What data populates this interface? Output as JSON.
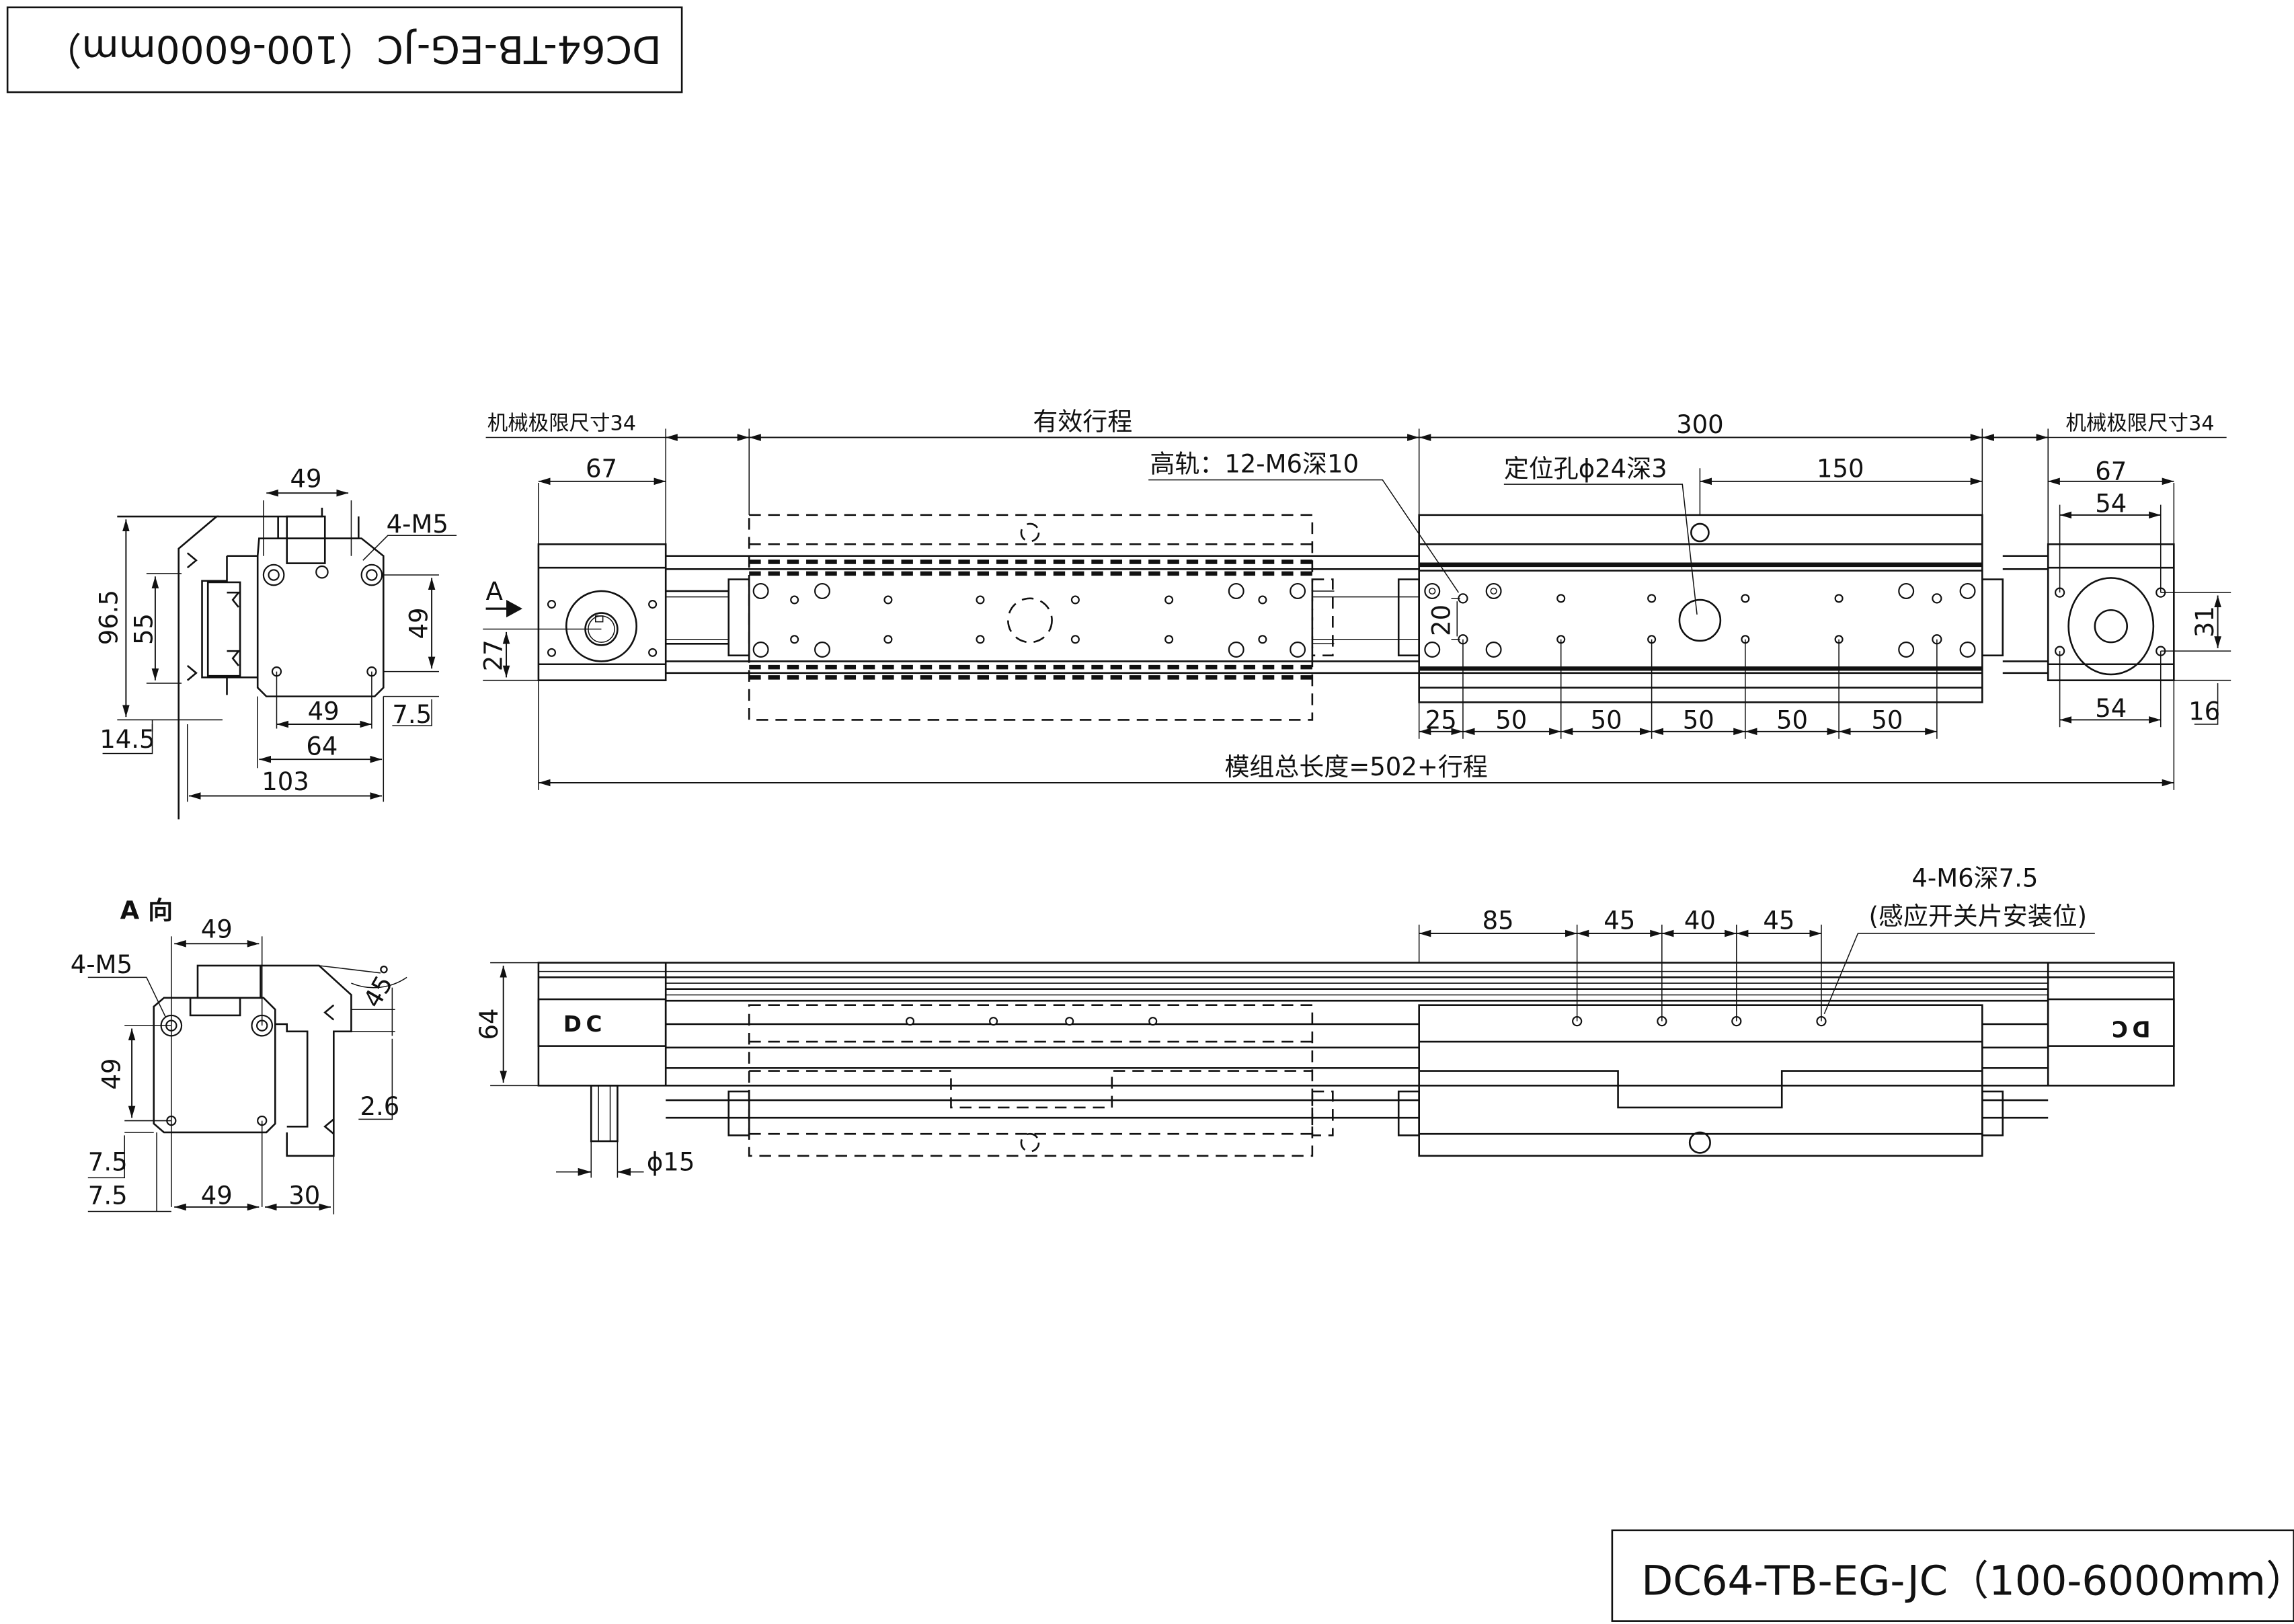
{
  "title_box_top": "DC64-TB-EG-JC（100-6000mm）",
  "title_box_bottom": "DC64-TB-EG-JC（100-6000mm）",
  "side_view": {
    "dims": {
      "d49_top": "49",
      "m5": "4-M5",
      "d96_5": "96.5",
      "d55": "55",
      "d49_right": "49",
      "d49_bottom": "49",
      "d7_5": "7.5",
      "d64": "64",
      "d14_5": "14.5",
      "d103": "103"
    }
  },
  "top_view": {
    "mech_limit_left": "机械极限尺寸34",
    "mech_limit_right": "机械极限尺寸34",
    "stroke": "有效行程",
    "d300": "300",
    "d67_left": "67",
    "rail_holes": "高轨：12-M6深10",
    "locating_hole": "定位孔ϕ24深3",
    "d150": "150",
    "d67_right": "67",
    "d54_top": "54",
    "d54_bottom": "54",
    "d31": "31",
    "d16": "16",
    "arrow_a": "A",
    "d27": "27",
    "d20": "20",
    "pitch": [
      "25",
      "50",
      "50",
      "50",
      "50",
      "50"
    ],
    "total_length": "模组总长度=502+行程"
  },
  "front_view": {
    "sensor_holes": "4-M6深7.5",
    "sensor_note": "(感应开关片安装位)",
    "spacing": [
      "85",
      "45",
      "40",
      "45"
    ],
    "d64": "64",
    "shaft": "ϕ15",
    "logo_left": "DC",
    "logo_right": "DC"
  },
  "a_view": {
    "label": "A 向",
    "d49_top": "49",
    "m5": "4-M5",
    "angle": "45°",
    "d49_left": "49",
    "d2_6": "2.6",
    "d7_5_a": "7.5",
    "d7_5_b": "7.5",
    "d49_bottom": "49",
    "d30": "30"
  }
}
